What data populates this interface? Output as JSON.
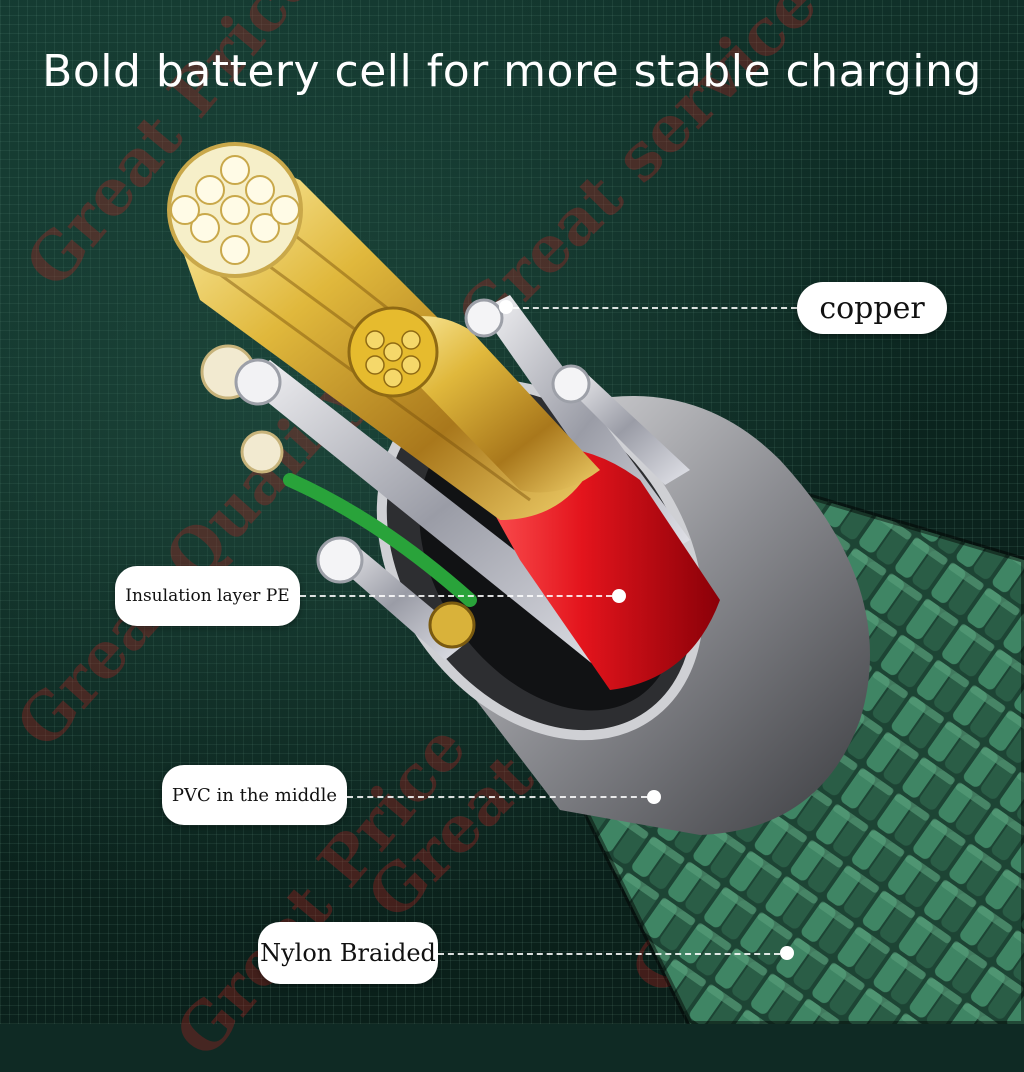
{
  "headline": "Bold battery cell for more stable charging",
  "labels": {
    "copper": "copper",
    "insulation": "Insulation layer PE",
    "pvc": "PVC in the middle",
    "nylon": "Nylon Braided"
  },
  "watermarks": {
    "price": "Great Price",
    "service": "Great service",
    "quality": "Great Quality"
  },
  "colors": {
    "background": "#0f2a24",
    "copper": "#d9b23a",
    "insulation_red": "#e3141c",
    "braid_green": "#2f6b4e",
    "label_bg": "#ffffff"
  }
}
